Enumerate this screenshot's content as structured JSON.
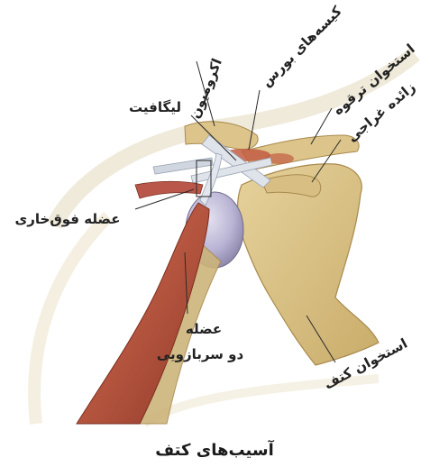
{
  "labels": {
    "acromion": "اکرومیون",
    "bursa": "کیسه‌های بورس",
    "clavicle": "استخوان ترقوه",
    "coracoid": "زائده غراجی",
    "ligament": "لیگافیت",
    "supraspinatus": "عضله فوق‌خاری",
    "biceps_line1": "عضله",
    "biceps_line2": "دو سربازویی",
    "scapula": "استخوان کتف"
  },
  "caption": "آسیب‌های کتف",
  "colors": {
    "bone": "#dcc48a",
    "bone_shade": "#c9ac6a",
    "muscle": "#b5553f",
    "muscle_dark": "#8f3a2a",
    "humeral_head": "#b9b4d4",
    "tendon": "#d8dde6",
    "skin_outline": "#e5dcc2"
  }
}
